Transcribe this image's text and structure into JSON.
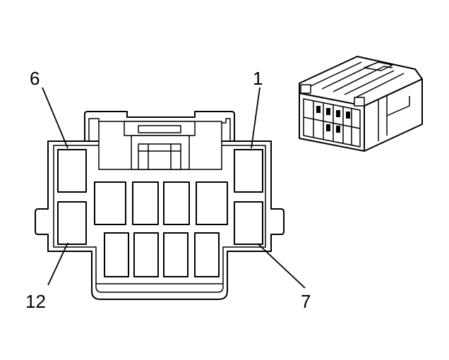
{
  "diagram": {
    "pin_labels": {
      "top_left": "6",
      "top_right": "1",
      "bottom_left": "12",
      "bottom_right": "7"
    }
  }
}
